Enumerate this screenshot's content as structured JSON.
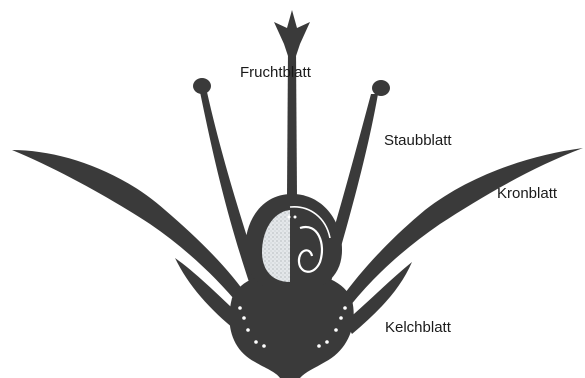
{
  "diagram": {
    "labels": {
      "fruchtblatt": "Fruchtblatt",
      "staubblatt": "Staubblatt",
      "kronblatt": "Kronblatt",
      "kelchblatt": "Kelchblatt"
    },
    "colors": {
      "tissue": "#3a3a3a",
      "ovary_fill": "#d8dde0",
      "background": "#ffffff"
    }
  }
}
